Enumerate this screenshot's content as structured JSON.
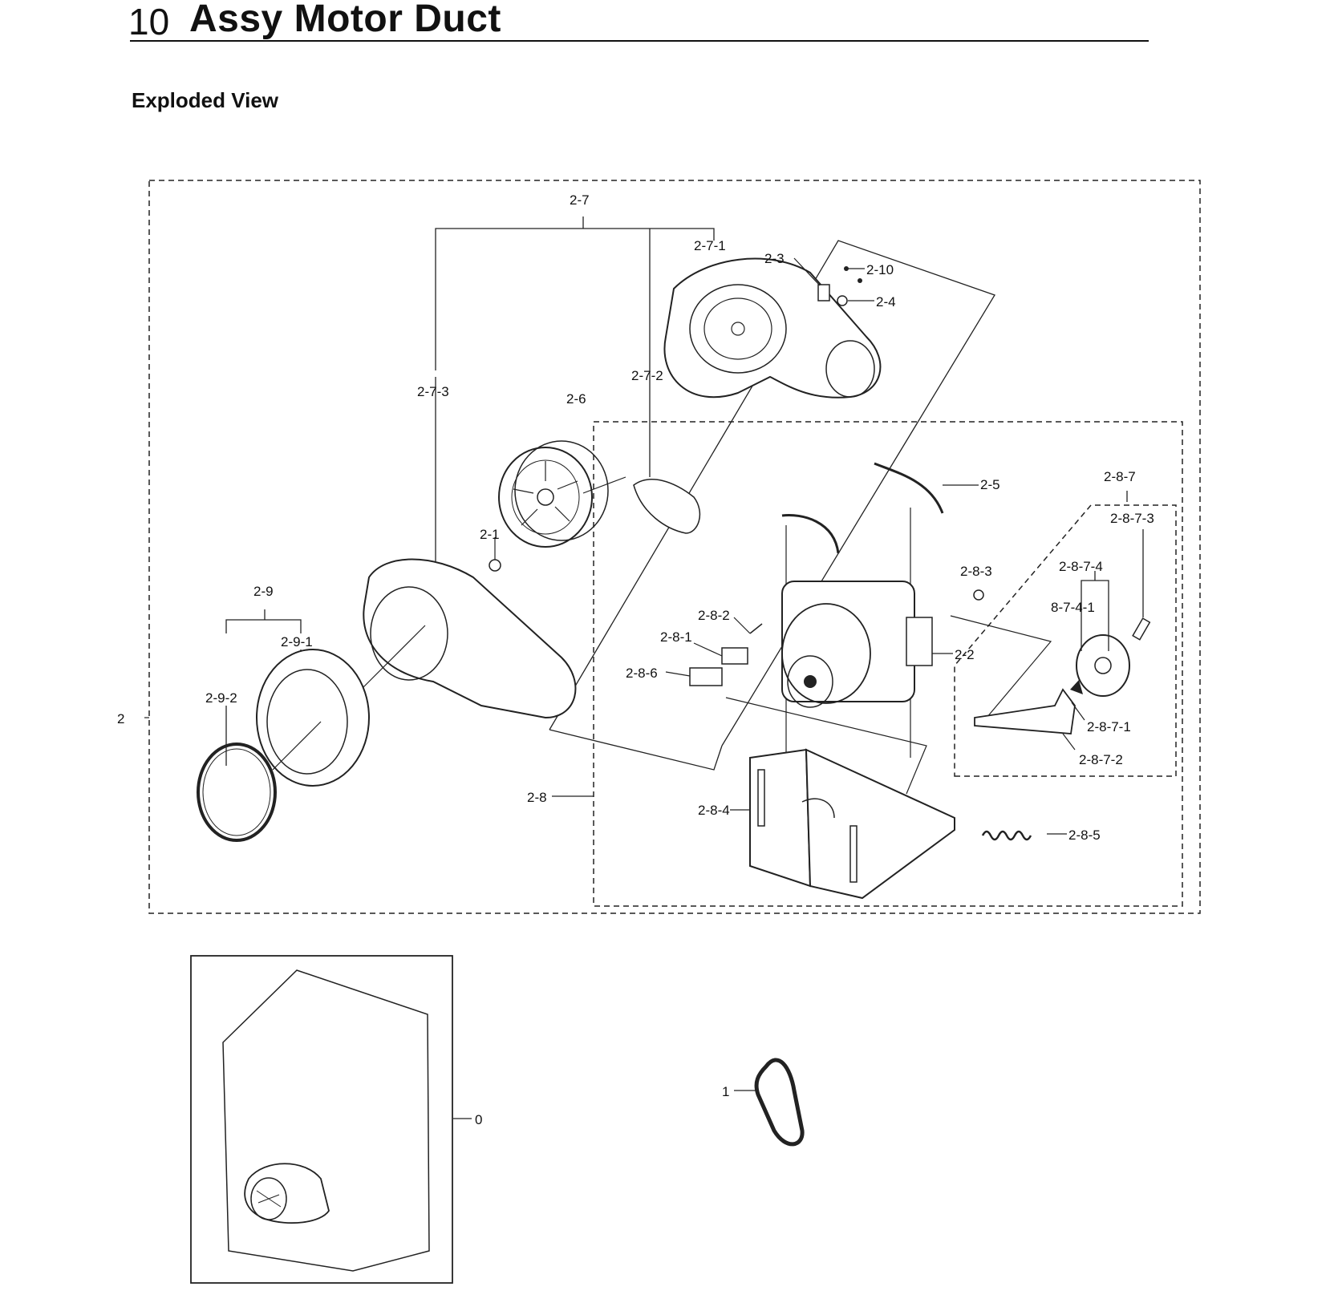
{
  "header": {
    "section_number": "10",
    "section_title": "Assy Motor Duct",
    "view_title": "Exploded View"
  },
  "labels": {
    "p2_7": "2-7",
    "p2_7_1": "2-7-1",
    "p2_3": "2-3",
    "p2_10": "2-10",
    "p2_4": "2-4",
    "p2_7_2": "2-7-2",
    "p2_7_3": "2-7-3",
    "p2_6": "2-6",
    "p2_5": "2-5",
    "p2_8_7": "2-8-7",
    "p2_8_7_3": "2-8-7-3",
    "p2_1": "2-1",
    "p2_8_3": "2-8-3",
    "p2_8_7_4": "2-8-7-4",
    "p8_7_4_1": "8-7-4-1",
    "p2_9": "2-9",
    "p2_8_2": "2-8-2",
    "p2_9_1": "2-9-1",
    "p2_8_1": "2-8-1",
    "p2_2": "2-2",
    "p2_8_6": "2-8-6",
    "p2_9_2": "2-9-2",
    "p2_8_7_1": "2-8-7-1",
    "p2": "2",
    "p2_8_7_2": "2-8-7-2",
    "p2_8": "2-8",
    "p2_8_4": "2-8-4",
    "p2_8_5": "2-8-5",
    "p0": "0",
    "p1": "1"
  }
}
